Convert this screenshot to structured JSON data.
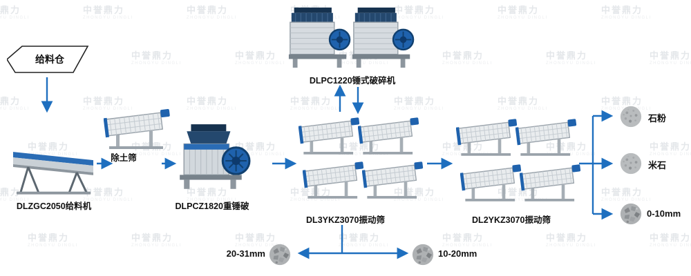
{
  "watermark": {
    "text": "中誉鼎力",
    "sub": "ZHONGYU DINGLI"
  },
  "flow": {
    "feed_bin": "给料仓",
    "feeder": "DLZGC2050给料机",
    "soil_screen": "除土筛",
    "primary_crusher": "DLPCZ1820重锤破",
    "hammer_crusher": "DLPC1220锤式破碎机",
    "screen_group_1": "DL3YKZ3070振动筛",
    "screen_group_2": "DL2YKZ3070振动筛",
    "output_stone_powder": "石粉",
    "output_rice_stone": "米石",
    "output_0_10": "0-10mm",
    "output_20_31": "20-31mm",
    "output_10_20": "10-20mm"
  },
  "colors": {
    "arrow": "#1e6fbf",
    "machine_blue": "#1f62ad",
    "machine_dark_blue": "#24486e",
    "machine_gray": "#d6dbe0",
    "text": "#111111",
    "watermark": "#e4e7ea"
  }
}
